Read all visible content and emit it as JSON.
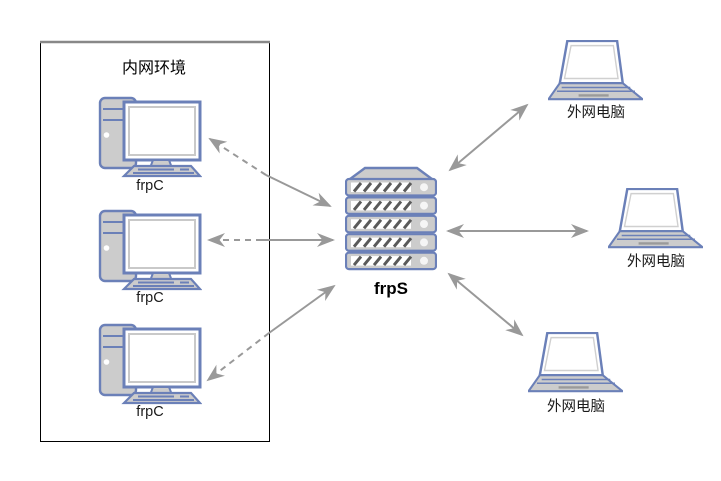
{
  "diagram": {
    "intranet": {
      "title": "内网环境",
      "clients": [
        {
          "label": "frpC"
        },
        {
          "label": "frpC"
        },
        {
          "label": "frpC"
        }
      ]
    },
    "server": {
      "label": "frpS"
    },
    "external_clients": [
      {
        "label": "外网电脑"
      },
      {
        "label": "外网电脑"
      },
      {
        "label": "外网电脑"
      }
    ],
    "connections": [
      {
        "between": [
          "frpC-1",
          "frpS"
        ],
        "client_end": "dashed-arrowhead",
        "server_end": "solid-arrowhead"
      },
      {
        "between": [
          "frpC-2",
          "frpS"
        ],
        "client_end": "dashed-arrowhead",
        "server_end": "solid-arrowhead"
      },
      {
        "between": [
          "frpC-3",
          "frpS"
        ],
        "client_end": "dashed-arrowhead",
        "server_end": "solid-arrowhead"
      },
      {
        "between": [
          "frpS",
          "外网电脑-1"
        ],
        "style": "solid",
        "arrowheads": "both"
      },
      {
        "between": [
          "frpS",
          "外网电脑-2"
        ],
        "style": "solid",
        "arrowheads": "both"
      },
      {
        "between": [
          "frpS",
          "外网电脑-3"
        ],
        "style": "solid",
        "arrowheads": "both"
      }
    ],
    "icons": {
      "client": "desktop-computer-icon",
      "server": "server-rack-icon",
      "external": "laptop-icon"
    }
  },
  "colors": {
    "icon_stroke": "#6b80b8",
    "icon_fill": "#cccccc",
    "arrow": "#999999",
    "box_border": "#000000",
    "box_border_top": "#888888",
    "background": "#ffffff",
    "text": "#1a1a1a"
  }
}
